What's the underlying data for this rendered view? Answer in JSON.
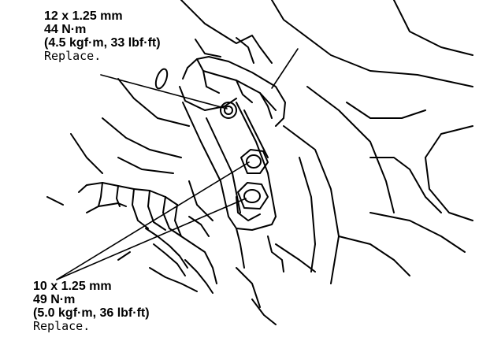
{
  "callouts": {
    "upper": {
      "size": "12 x 1.25 mm",
      "torque_nm": "44 N·m",
      "torque_alt": "(4.5 kgf·m, 33 lbf·ft)",
      "note": "Replace."
    },
    "lower": {
      "size": "10 x 1.25 mm",
      "torque_nm": "49 N·m",
      "torque_alt": "(5.0 kgf·m, 36 lbf·ft)",
      "note": "Replace."
    }
  },
  "colors": {
    "line": "#000000",
    "background": "#ffffff"
  }
}
